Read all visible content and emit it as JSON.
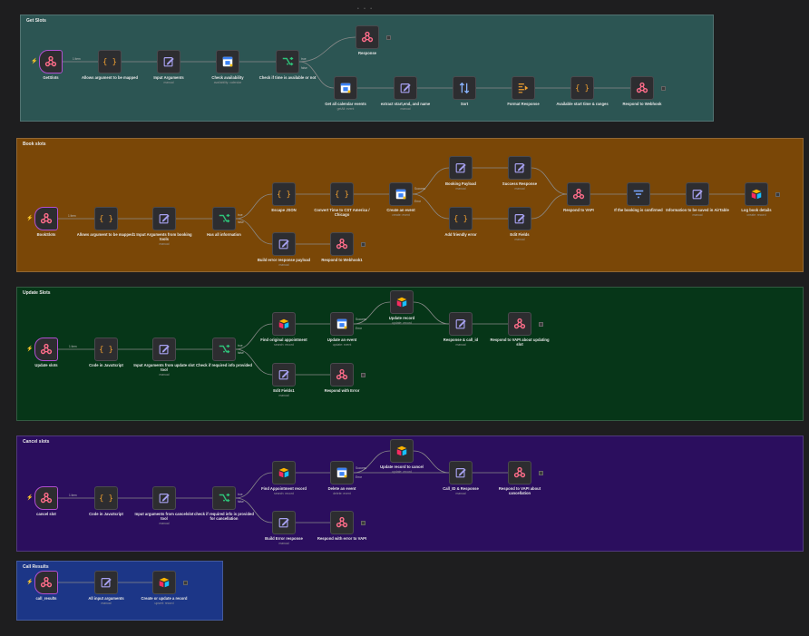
{
  "colors": {
    "canvas": "#1e1e1f",
    "group_get": "#2c5553",
    "group_book": "#7a4707",
    "group_update": "#063618",
    "group_cancel": "#2b0e5e",
    "group_call": "#1c3687",
    "icon_webhook": "#ff6d8a",
    "icon_code": "#f0a030",
    "icon_edit": "#a7a1f0",
    "icon_switch": "#2ec47a",
    "icon_calendar": "#3b82f6",
    "icon_airtable": "#fcb400",
    "icon_filter": "#7aa7ff",
    "icon_sort": "#8ab4ff"
  },
  "groups": [
    {
      "id": "get",
      "title": "Get Slots"
    },
    {
      "id": "book",
      "title": "Book slots"
    },
    {
      "id": "update",
      "title": "Update Slots"
    },
    {
      "id": "cancel",
      "title": "Cancel slots"
    },
    {
      "id": "call",
      "title": "Call Results"
    }
  ],
  "nodes": [
    {
      "id": "g1",
      "label": "GetSlots",
      "sub": "",
      "icon": "webhook-icon"
    },
    {
      "id": "g2",
      "label": "Allows argument to be mapped",
      "sub": "",
      "icon": "code-icon"
    },
    {
      "id": "g3",
      "label": "Input Arguments",
      "sub": "manual",
      "icon": "edit-icon"
    },
    {
      "id": "g4",
      "label": "Check availability",
      "sub": "availability: calendar",
      "icon": "calendar-icon"
    },
    {
      "id": "g5",
      "label": "Check if time is available or not",
      "sub": "",
      "icon": "switch-icon"
    },
    {
      "id": "g6",
      "label": "Response",
      "sub": "",
      "icon": "webhook-icon"
    },
    {
      "id": "g7",
      "label": "Get all calendar events",
      "sub": "getAll: event",
      "icon": "calendar-icon"
    },
    {
      "id": "g8",
      "label": "extract start,end, and name",
      "sub": "manual",
      "icon": "edit-icon"
    },
    {
      "id": "g9",
      "label": "Sort",
      "sub": "",
      "icon": "sort-icon"
    },
    {
      "id": "g10",
      "label": "Format Response",
      "sub": "",
      "icon": "format-icon"
    },
    {
      "id": "g11",
      "label": "Available start time & ranges",
      "sub": "",
      "icon": "code-icon"
    },
    {
      "id": "g12",
      "label": "Respond to Webhook",
      "sub": "",
      "icon": "webhook-icon"
    },
    {
      "id": "b1",
      "label": "BookSlots",
      "sub": "",
      "icon": "webhook-icon"
    },
    {
      "id": "b2",
      "label": "Allows argument to be mapped1",
      "sub": "",
      "icon": "code-icon"
    },
    {
      "id": "b3",
      "label": "Input Arguments from booking tools",
      "sub": "manual",
      "icon": "edit-icon"
    },
    {
      "id": "b4",
      "label": "Has all information",
      "sub": "",
      "icon": "switch-icon"
    },
    {
      "id": "b5",
      "label": "Escape JSON",
      "sub": "",
      "icon": "code-icon"
    },
    {
      "id": "b6",
      "label": "Convert Time to CST America / Chicago",
      "sub": "",
      "icon": "code-icon"
    },
    {
      "id": "b7",
      "label": "Create an event",
      "sub": "create: event",
      "icon": "calendar-icon"
    },
    {
      "id": "b8",
      "label": "Booking Payload",
      "sub": "manual",
      "icon": "edit-icon"
    },
    {
      "id": "b9",
      "label": "Success Response",
      "sub": "manual",
      "icon": "edit-icon"
    },
    {
      "id": "b10",
      "label": "Add friendly error",
      "sub": "",
      "icon": "code-icon"
    },
    {
      "id": "b11",
      "label": "Edit Fields",
      "sub": "manual",
      "icon": "edit-icon"
    },
    {
      "id": "b12",
      "label": "Respond to VAPI",
      "sub": "",
      "icon": "webhook-icon"
    },
    {
      "id": "b13",
      "label": "If the booking is confirmed",
      "sub": "",
      "icon": "filter-icon"
    },
    {
      "id": "b14",
      "label": "Information to be saved in AirTable",
      "sub": "manual",
      "icon": "edit-icon"
    },
    {
      "id": "b15",
      "label": "Log book details",
      "sub": "create: record",
      "icon": "airtable-icon"
    },
    {
      "id": "b16",
      "label": "Build error response payload",
      "sub": "manual",
      "icon": "edit-icon"
    },
    {
      "id": "b17",
      "label": "Respond to Webhook1",
      "sub": "",
      "icon": "webhook-icon"
    },
    {
      "id": "u1",
      "label": "Update slots",
      "sub": "",
      "icon": "webhook-icon"
    },
    {
      "id": "u2",
      "label": "Code in JavaScript",
      "sub": "",
      "icon": "code-icon"
    },
    {
      "id": "u3",
      "label": "Input Arguments from update slot tool",
      "sub": "manual",
      "icon": "edit-icon"
    },
    {
      "id": "u4",
      "label": "Check if required info provided",
      "sub": "",
      "icon": "switch-icon"
    },
    {
      "id": "u5",
      "label": "Find original appointment",
      "sub": "search: record",
      "icon": "airtable-icon"
    },
    {
      "id": "u6",
      "label": "Update an event",
      "sub": "update: event",
      "icon": "calendar-icon"
    },
    {
      "id": "u7",
      "label": "Update record",
      "sub": "update: record",
      "icon": "airtable-icon"
    },
    {
      "id": "u8",
      "label": "Response & call_id",
      "sub": "manual",
      "icon": "edit-icon"
    },
    {
      "id": "u9",
      "label": "Respond to VAPI about updating slot",
      "sub": "",
      "icon": "webhook-icon"
    },
    {
      "id": "u10",
      "label": "Edit Fields1",
      "sub": "manual",
      "icon": "edit-icon"
    },
    {
      "id": "u11",
      "label": "Respond with Error",
      "sub": "",
      "icon": "webhook-icon"
    },
    {
      "id": "c1",
      "label": "cancel slot",
      "sub": "",
      "icon": "webhook-icon"
    },
    {
      "id": "c2",
      "label": "Code in JavaScript",
      "sub": "",
      "icon": "code-icon"
    },
    {
      "id": "c3",
      "label": "Input arguments from cancelslot tool",
      "sub": "manual",
      "icon": "edit-icon"
    },
    {
      "id": "c4",
      "label": "check if required info is provided for cancellation",
      "sub": "",
      "icon": "switch-icon"
    },
    {
      "id": "c5",
      "label": "Find Appointment record",
      "sub": "search: record",
      "icon": "airtable-icon"
    },
    {
      "id": "c6",
      "label": "Delete an event",
      "sub": "delete: event",
      "icon": "calendar-icon"
    },
    {
      "id": "c7",
      "label": "Update record to cancel",
      "sub": "update: record",
      "icon": "airtable-icon"
    },
    {
      "id": "c8",
      "label": "Call_ID & Response",
      "sub": "manual",
      "icon": "edit-icon"
    },
    {
      "id": "c9",
      "label": "Respond to VAPI about cancellation",
      "sub": "",
      "icon": "webhook-icon"
    },
    {
      "id": "c10",
      "label": "Build Error response",
      "sub": "manual",
      "icon": "edit-icon"
    },
    {
      "id": "c11",
      "label": "Respond with error to VAPI",
      "sub": "",
      "icon": "webhook-icon"
    },
    {
      "id": "r1",
      "label": "call_results",
      "sub": "",
      "icon": "webhook-icon"
    },
    {
      "id": "r2",
      "label": "All input arguments",
      "sub": "manual",
      "icon": "edit-icon"
    },
    {
      "id": "r3",
      "label": "Create or update a record",
      "sub": "upsert: record",
      "icon": "airtable-icon"
    }
  ],
  "edge_labels": {
    "item": "1 item",
    "true": "true",
    "false": "false",
    "success": "Success",
    "error": "Error"
  }
}
